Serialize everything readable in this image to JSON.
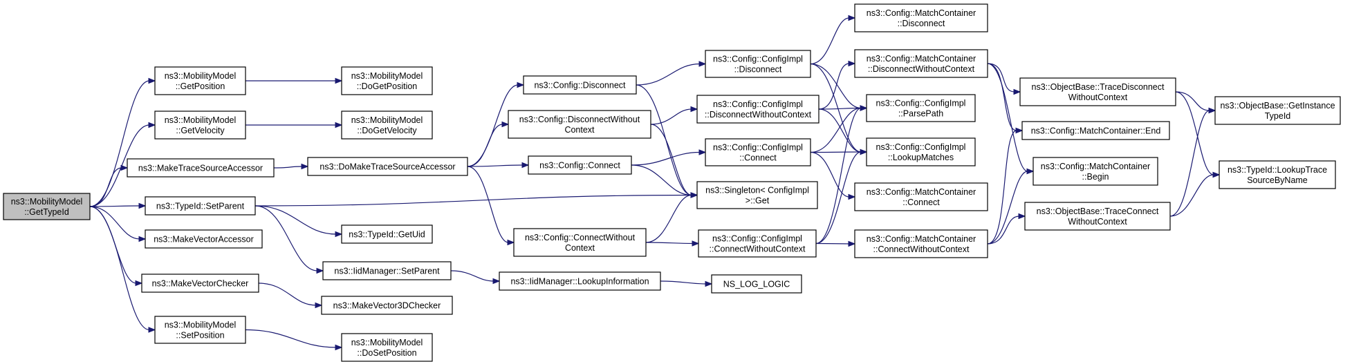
{
  "nodes": {
    "root": [
      "ns3::MobilityModel",
      "::GetTypeId"
    ],
    "getpos": [
      "ns3::MobilityModel",
      "::GetPosition"
    ],
    "getvel": [
      "ns3::MobilityModel",
      "::GetVelocity"
    ],
    "mtsa": [
      "ns3::MakeTraceSourceAccessor"
    ],
    "setparent": [
      "ns3::TypeId::SetParent"
    ],
    "mva": [
      "ns3::MakeVectorAccessor"
    ],
    "mvc": [
      "ns3::MakeVectorChecker"
    ],
    "setpos": [
      "ns3::MobilityModel",
      "::SetPosition"
    ],
    "dogetpos": [
      "ns3::MobilityModel",
      "::DoGetPosition"
    ],
    "dogetvel": [
      "ns3::MobilityModel",
      "::DoGetVelocity"
    ],
    "dmtsa": [
      "ns3::DoMakeTraceSourceAccessor"
    ],
    "getuid": [
      "ns3::TypeId::GetUid"
    ],
    "iidsetparent": [
      "ns3::IidManager::SetParent"
    ],
    "mv3d": [
      "ns3::MakeVector3DChecker"
    ],
    "dosetpos": [
      "ns3::MobilityModel",
      "::DoSetPosition"
    ],
    "cfgdisc": [
      "ns3::Config::Disconnect"
    ],
    "cfgdiscwoc": [
      "ns3::Config::DisconnectWithout",
      "Context"
    ],
    "cfgconn": [
      "ns3::Config::Connect"
    ],
    "cfgconnwoc": [
      "ns3::Config::ConnectWithout",
      "Context"
    ],
    "iidlookup": [
      "ns3::IidManager::LookupInformation"
    ],
    "implDisc": [
      "ns3::Config::ConfigImpl",
      "::Disconnect"
    ],
    "implDiscWoc": [
      "ns3::Config::ConfigImpl",
      "::DisconnectWithoutContext"
    ],
    "implConn": [
      "ns3::Config::ConfigImpl",
      "::Connect"
    ],
    "singleton": [
      "ns3::Singleton< ConfigImpl",
      " >::Get"
    ],
    "implConnWoc": [
      "ns3::Config::ConfigImpl",
      "::ConnectWithoutContext"
    ],
    "nslog": [
      "NS_LOG_LOGIC"
    ],
    "mcDisc": [
      "ns3::Config::MatchContainer",
      "::Disconnect"
    ],
    "mcDiscWoc": [
      "ns3::Config::MatchContainer",
      "::DisconnectWithoutContext"
    ],
    "parsepath": [
      "ns3::Config::ConfigImpl",
      "::ParsePath"
    ],
    "lookupmatches": [
      "ns3::Config::ConfigImpl",
      "::LookupMatches"
    ],
    "mcConn": [
      "ns3::Config::MatchContainer",
      "::Connect"
    ],
    "mcConnWoc": [
      "ns3::Config::MatchContainer",
      "::ConnectWithoutContext"
    ],
    "obTDWC": [
      "ns3::ObjectBase::TraceDisconnect",
      "WithoutContext"
    ],
    "mcEnd": [
      "ns3::Config::MatchContainer::End"
    ],
    "mcBegin": [
      "ns3::Config::MatchContainer",
      "::Begin"
    ],
    "obTCWC": [
      "ns3::ObjectBase::TraceConnect",
      "WithoutContext"
    ],
    "obGIT": [
      "ns3::ObjectBase::GetInstance",
      "TypeId"
    ],
    "lookupTrace": [
      "ns3::TypeId::LookupTrace",
      "SourceByName"
    ]
  },
  "colors": {
    "edge": "#191970",
    "root_fill": "#bfbfbf",
    "node_fill": "#ffffff",
    "border": "#000000"
  }
}
